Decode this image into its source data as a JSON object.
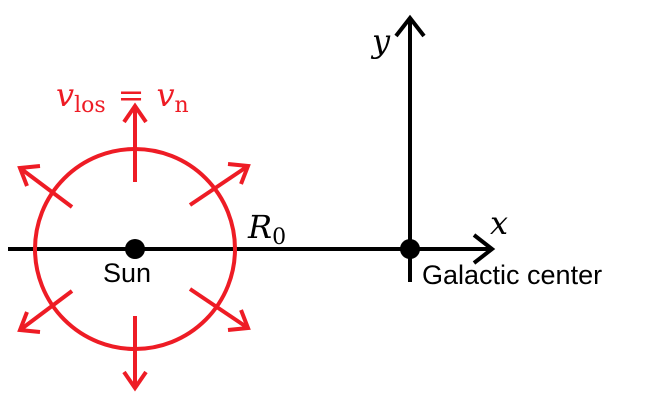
{
  "labels": {
    "velocity_main": "v",
    "velocity_main_sub": "los",
    "velocity_equals": "=",
    "velocity_n": "v",
    "velocity_n_sub": "n",
    "sun": "Sun",
    "distance": "R",
    "distance_sub": "0",
    "axis_x": "x",
    "axis_y": "y",
    "galactic_center": "Galactic center"
  },
  "colors": {
    "ink": "#000000",
    "velocity": "#ee1c25"
  }
}
